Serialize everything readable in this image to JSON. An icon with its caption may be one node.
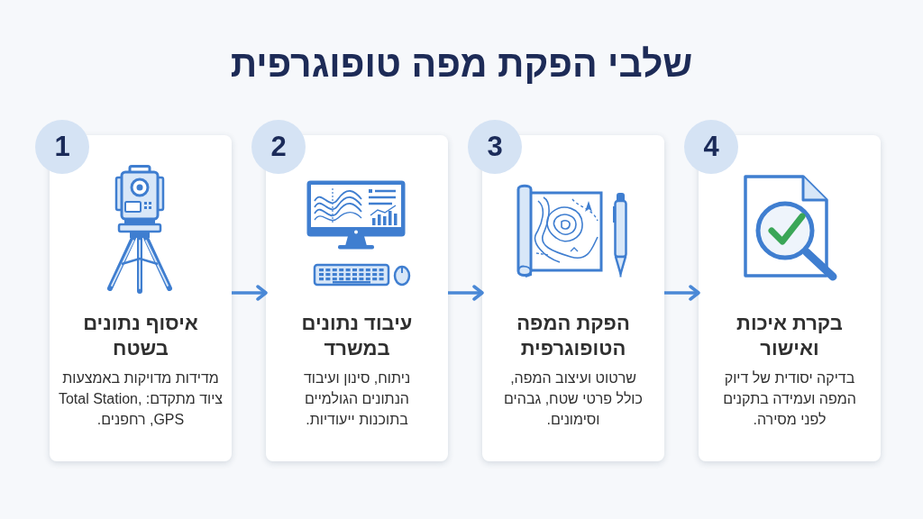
{
  "diagram": {
    "title": "שלבי הפקת מפה טופוגרפית",
    "nodes": [
      {
        "text": [
          "1"
        ]
      },
      {
        "text": [
          "איסוף נתונים בשטח",
          "מדידות מדויקות באמצעות ציוד מתקדם: Total Station, GPS, רחפנים."
        ]
      },
      {
        "text": [
          "2"
        ]
      },
      {
        "text": [
          "עיבוד נתונים במשרד",
          "ניתוח, סינון ועיבוד הנתונים הגולמיים בתוכנות ייעודיות."
        ]
      },
      {
        "text": [
          "3"
        ]
      },
      {
        "text": [
          "הפקת המפה הטופוגרפית",
          "שרטוט ועיצוב המפה, כולל פרטי שטח, גבהים וסימונים."
        ]
      },
      {
        "text": [
          "4"
        ]
      },
      {
        "text": [
          "בקרת איכות ואישור",
          "בדיקה יסודית של דיוק המפה ועמידה בתקנים לפני מסירה."
        ]
      }
    ],
    "edges": [
      {
        "from": 1,
        "to": 3,
        "arrow": "to"
      },
      {
        "from": 3,
        "to": 5,
        "arrow": "to"
      },
      {
        "from": 5,
        "to": 7,
        "arrow": "to"
      }
    ]
  }
}
